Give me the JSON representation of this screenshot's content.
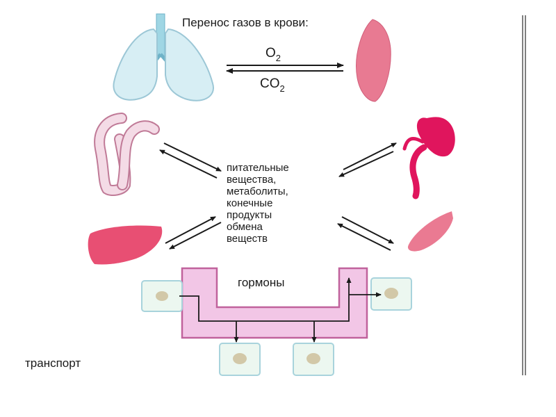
{
  "title": "Перенос газов в крови:",
  "gases": {
    "o2": {
      "main": "O",
      "sub": "2"
    },
    "co2": {
      "main": "CO",
      "sub": "2"
    }
  },
  "center_text": [
    "питательные",
    "вещества,",
    "метаболиты,",
    "конечные",
    "продукты",
    "обмена",
    "веществ"
  ],
  "hormones_label": "гормоны",
  "transport_label": "транспорт",
  "colors": {
    "lung_fill": "#d7eef4",
    "lung_stroke": "#9cc7d6",
    "muscle": "#e87a92",
    "kidney": "#e0155d",
    "liver": "#e84f73",
    "intestine_fill": "#f4dbe6",
    "intestine_stroke": "#c07a97",
    "hormone_tube_fill": "#f2c6e6",
    "hormone_tube_stroke": "#c0629c",
    "cell_fill": "#ecf7f0",
    "cell_stroke": "#a8d3dc",
    "nucleus": "#d2c8a8",
    "arrow": "#1a1a1a"
  }
}
